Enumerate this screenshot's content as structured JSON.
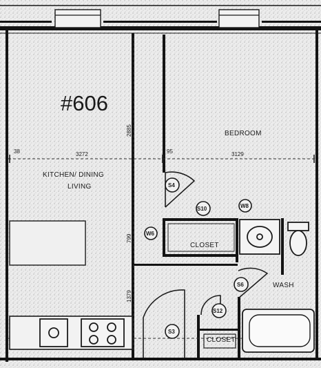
{
  "unit": {
    "number": "#606"
  },
  "rooms": {
    "kitchen_line1": "KITCHEN/ DINING",
    "kitchen_line2": "LIVING",
    "bedroom": "BEDROOM",
    "closet_upper": "CLOSET",
    "closet_lower": "CLOSET",
    "wash": "WASH"
  },
  "dimensions": {
    "kitchen_width": "3272",
    "kitchen_height": "2885",
    "bedroom_width": "3129",
    "left_offset": "38",
    "partition": "95",
    "closet_depth": "799",
    "hall_depth": "1379"
  },
  "tags": {
    "door_a": "S4",
    "door_b": "S10",
    "door_c": "S6",
    "door_d": "S3",
    "door_e": "S12",
    "window_a": "W6",
    "window_b": "W8"
  },
  "colors": {
    "paper": "#e9e9e9",
    "ink": "#141414"
  }
}
